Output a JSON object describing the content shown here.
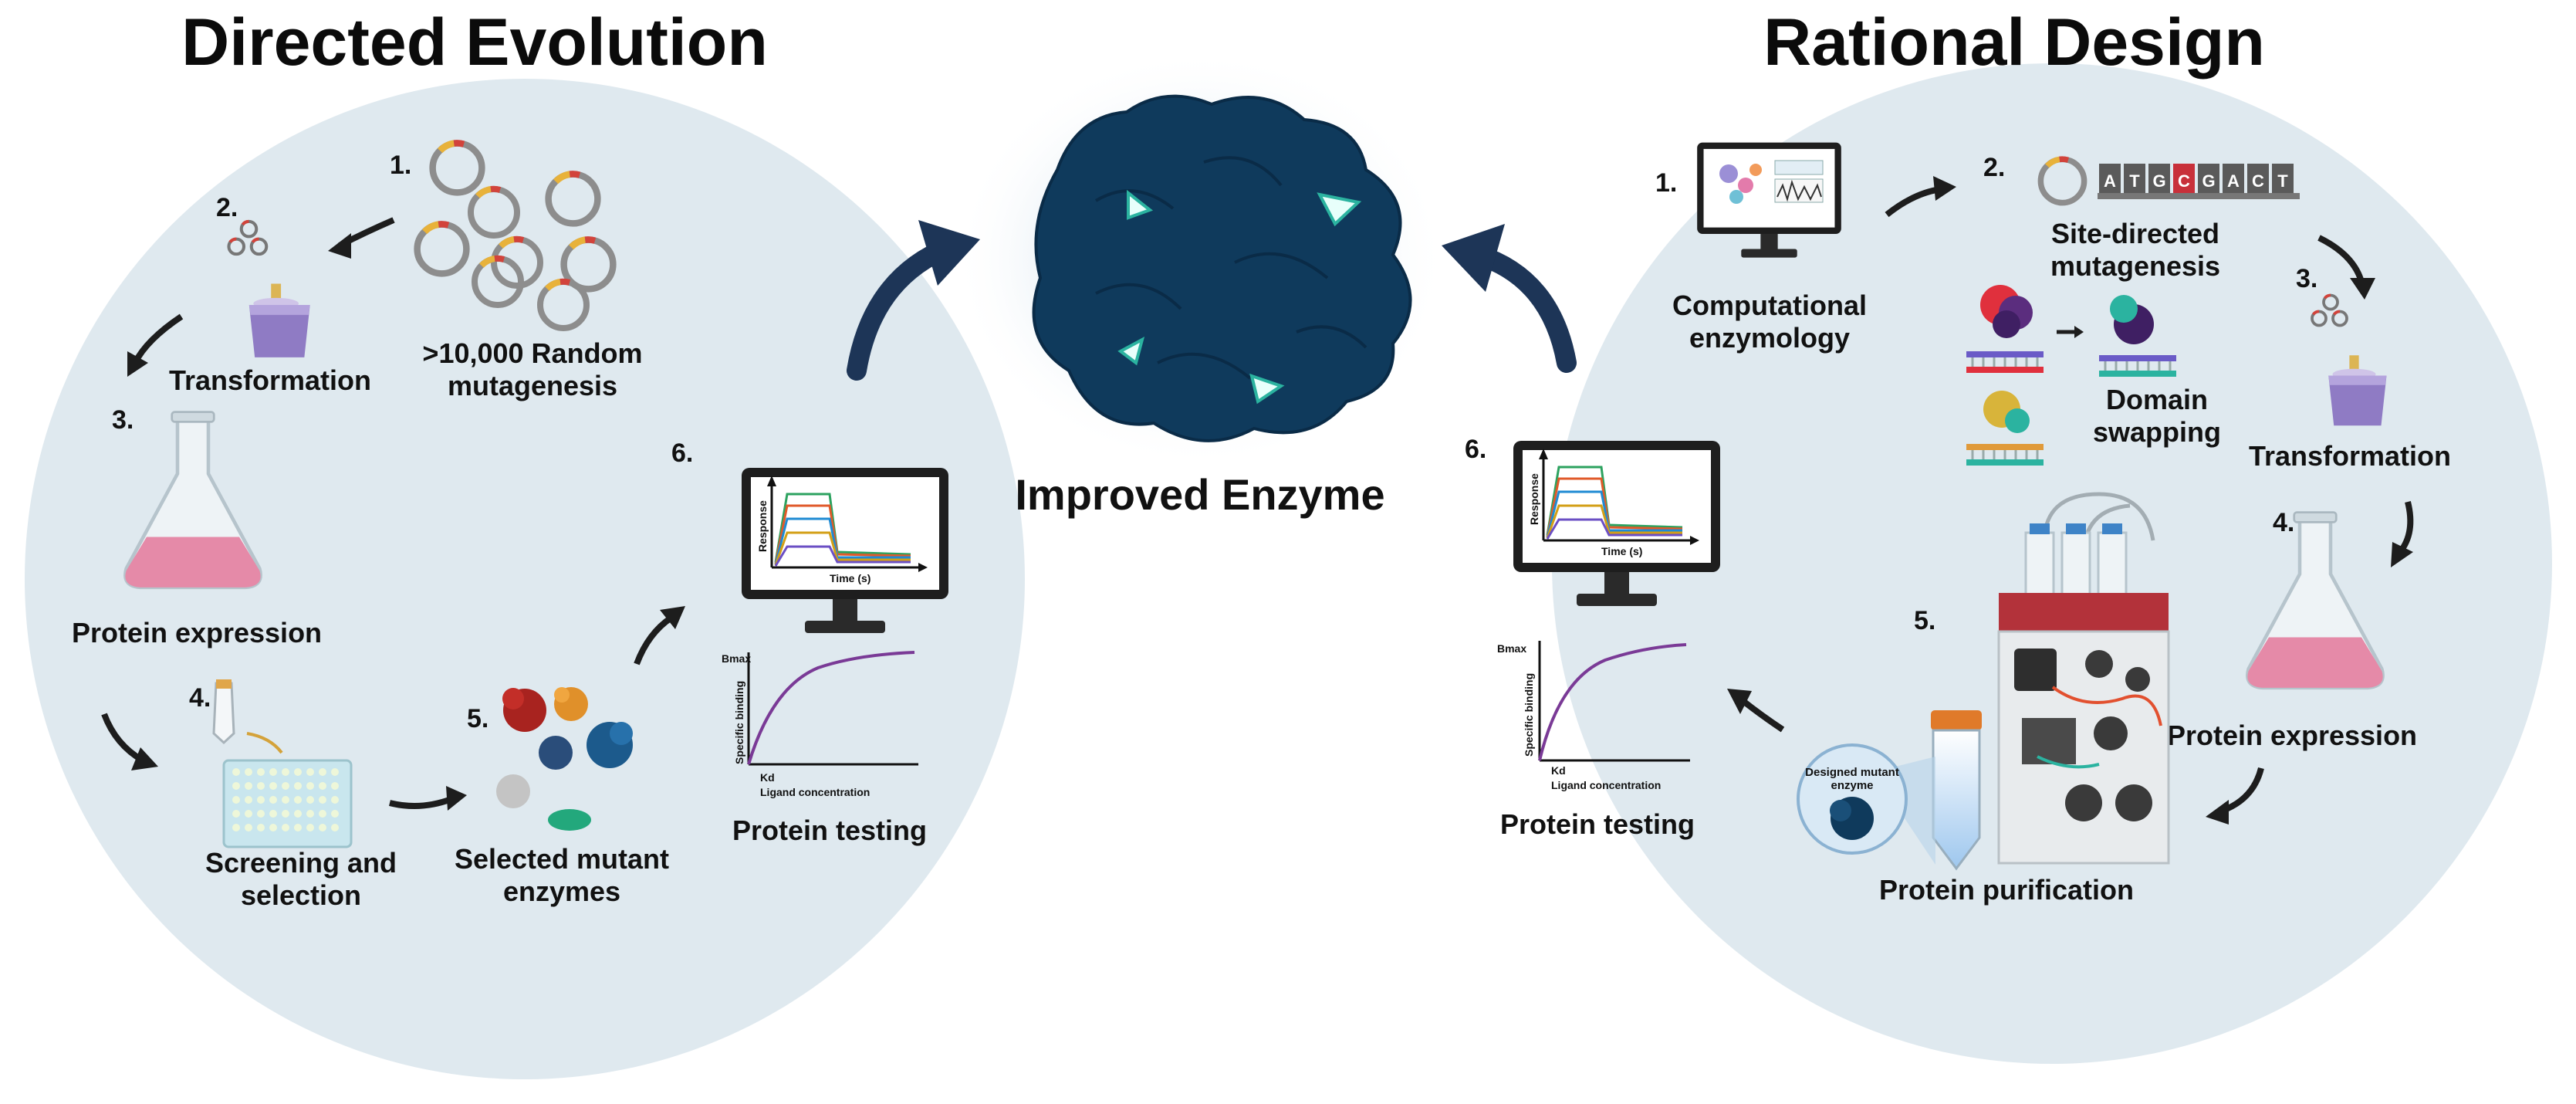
{
  "titles": {
    "left": "Directed Evolution",
    "right": "Rational Design",
    "center": "Improved Enzyme"
  },
  "directed": {
    "step1": {
      "num": "1.",
      "label1": ">10,000 Random",
      "label2": "mutagenesis"
    },
    "step2": {
      "num": "2.",
      "label": "Transformation"
    },
    "step3": {
      "num": "3.",
      "label": "Protein expression"
    },
    "step4": {
      "num": "4.",
      "label1": "Screening and",
      "label2": "selection"
    },
    "step5": {
      "num": "5.",
      "label1": "Selected mutant",
      "label2": "enzymes"
    },
    "step6": {
      "num": "6.",
      "label": "Protein testing"
    }
  },
  "rational": {
    "step1": {
      "num": "1.",
      "label1": "Computational",
      "label2": "enzymology"
    },
    "step2": {
      "num": "2.",
      "label1": "Site-directed",
      "label2": "mutagenesis",
      "domain1": "Domain",
      "domain2": "swapping",
      "sequence": [
        "A",
        "T",
        "G",
        "C",
        "G",
        "A",
        "C",
        "T"
      ]
    },
    "step3": {
      "num": "3.",
      "label": "Transformation"
    },
    "step4": {
      "num": "4.",
      "label": "Protein expression"
    },
    "step5": {
      "num": "5.",
      "label": "Protein purification",
      "callout1": "Designed mutant",
      "callout2": "enzyme"
    },
    "step6": {
      "num": "6.",
      "label": "Protein testing"
    }
  },
  "sensorgram": {
    "ylabel": "Response",
    "xlabel": "Time (s)"
  },
  "binding": {
    "ymax": "Bmax",
    "ylabel": "Specific binding",
    "kd": "Kd",
    "xlabel": "Ligand concentration"
  },
  "colors": {
    "circle": "#dfe9ef",
    "navy": "#1d3557",
    "enzyme": "#0f3a5c",
    "teal": "#2bb3a0",
    "flask_liquid": "#e58aa8",
    "curve": "#7a3a96"
  }
}
